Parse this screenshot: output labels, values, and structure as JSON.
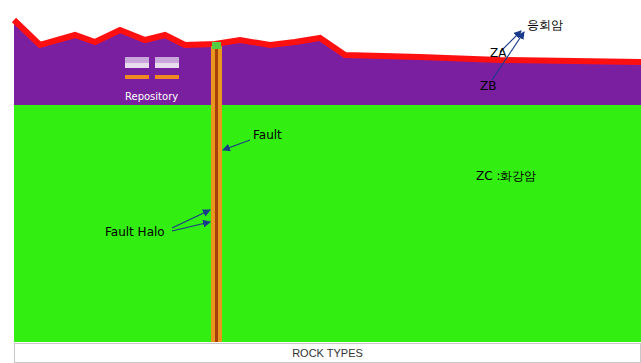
{
  "diagram": {
    "nodes": [
      {
        "text": [
          "ROCK TYPES"
        ]
      }
    ],
    "labels": [
      "응회암",
      "ZA",
      "ZB",
      "Repository",
      "Fault",
      "Fault Halo",
      "ZC :화강암"
    ]
  }
}
